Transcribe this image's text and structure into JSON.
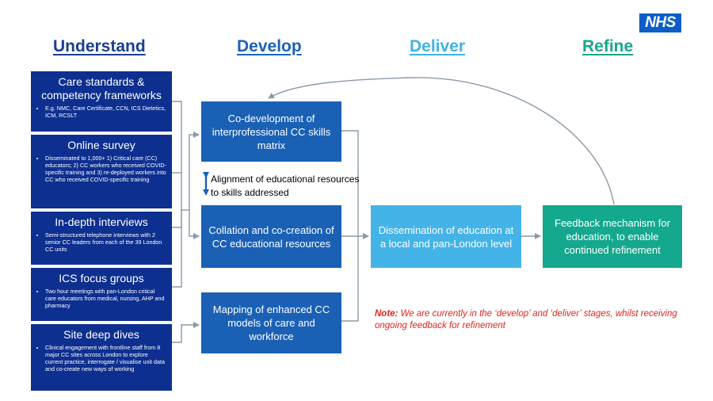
{
  "logo": "NHS",
  "stages": [
    "Understand",
    "Develop",
    "Deliver",
    "Refine"
  ],
  "understand_boxes": [
    {
      "title": "Care standards & competency frameworks",
      "bullet": "E.g. NMC, Care Certificate, CCN, ICS Dietetics, ICM, RCSLT"
    },
    {
      "title": "Online survey",
      "bullet": "Disseminated to 1,000+ 1) Critical care (CC) educators; 2) CC workers who received COVID-specific training and 3) re-deployed workers into CC who received COVID-specific training"
    },
    {
      "title": "In-depth interviews",
      "bullet": "Semi-structured telephone interviews with 2 senior CC leaders from each of the 39 London CC units"
    },
    {
      "title": "ICS focus groups",
      "bullet": "Two hour meetings with pan-London critical care educators from medical, nursing, AHP and pharmacy"
    },
    {
      "title": "Site deep dives",
      "bullet": "Clinical engagement with frontline staff from 8 major CC sites across London to explore current practice, interrogate / visualise unit data and co-create new ways of working"
    }
  ],
  "develop_boxes": [
    "Co-development of interprofessional CC skills matrix",
    "Collation and co-creation of CC educational resources",
    "Mapping of enhanced CC models of care and workforce"
  ],
  "alignment_text": "Alignment of educational resources to skills addressed",
  "deliver_box": "Dissemination of education at a local and pan-London level",
  "refine_box": "Feedback mechanism for education, to enable continued refinement",
  "note": {
    "label": "Note:",
    "text": "We are currently in the ‘develop’ and ‘deliver’ stages, whilst receiving ongoing feedback for refinement"
  },
  "colors": {
    "understand": "#0d2f8f",
    "develop": "#1a61b6",
    "deliver": "#44b4e8",
    "refine": "#14a88e",
    "note": "#e0231c",
    "connector": "#8c9aa8"
  }
}
